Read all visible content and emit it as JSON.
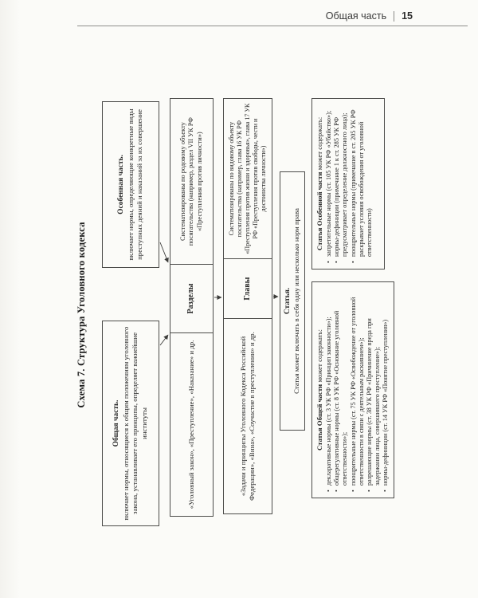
{
  "header": {
    "section": "Общая часть",
    "page_number": "15"
  },
  "scheme": {
    "title": "Схема 7. Структура Уголовного кодекса",
    "obshchaya": {
      "title": "Общая часть.",
      "desc": "включает нормы, относящиеся к общим положениям уголовного закона, устанавливает его принципы, определяет важнейшие институты"
    },
    "osobennaya": {
      "title": "Особенная часть.",
      "desc": "включает нормы, определяющие конкретные виды преступных деяний и наказаний за их совершение"
    },
    "razdely": {
      "examples": "«Уголовный закон», «Преступление», «Наказание» и др.",
      "label": "Разделы",
      "desc": "Систематизированы по родовому объекту посягательства (например, раздел VII УК РФ «Преступления против личности»)"
    },
    "glavy": {
      "examples": "«Задачи и принципы Уголовного Кодекса Российской Федерации», «Вина», «Соучастие в преступлении» и др.",
      "label": "Главы",
      "desc": "Систематизированы по видовому объекту посягательства (например, глава 16 УК РФ «Преступления против жизни и здоровья», глава 17 УК РФ «Преступления против свободы, чести и достоинства личности»)"
    },
    "statya": {
      "title": "Статья.",
      "desc": "Статья может включать в себя одну или несколько норм права"
    },
    "statya_obshchey": {
      "title_bold": "Статья Общей части",
      "title_rest": " может содержать:",
      "items": [
        "декларативные нормы (ст. 3 УК РФ «Принцип законности»);",
        "общерегулятивные нормы (ст. 8 УК РФ «Основание уголовной ответственности»);",
        "поощрительные нормы (ст. 75 УК РФ «Освобождение от уголовной ответственности в связи с деятельным раскаянием»);",
        "разрешающие нормы (ст. 38 УК РФ «Причинение вреда при задержании лица, совершившего преступление»);",
        "нормы-дефиниции (ст. 14 УК РФ «Понятие преступления»)"
      ]
    },
    "statya_osobennoy": {
      "title_bold": "Статья Особенной части",
      "title_rest": " может содержать:",
      "items": [
        "запретительные нормы (ст. 105 УК РФ «Убийство»);",
        "нормы-дефиниции (примечание 1 к ст. 285 УК РФ предусматривает определение должностного лица);",
        "поощрительные нормы (примечание в ст. 205 УК РФ раскрывает условия освобождения от уголовной ответственности)"
      ]
    }
  }
}
